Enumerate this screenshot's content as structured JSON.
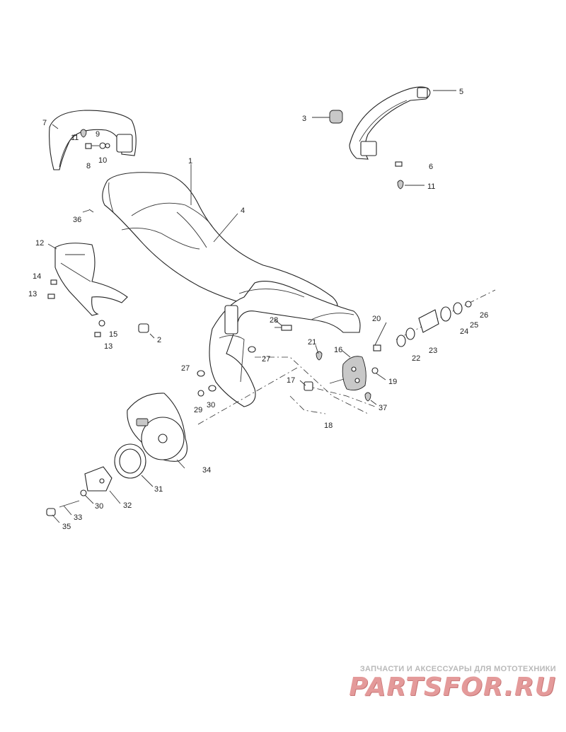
{
  "callouts": [
    "1",
    "2",
    "3",
    "4",
    "5",
    "6",
    "7",
    "8",
    "9",
    "10",
    "11",
    "11",
    "12",
    "13",
    "13",
    "14",
    "15",
    "16",
    "17",
    "18",
    "19",
    "20",
    "21",
    "22",
    "23",
    "24",
    "25",
    "26",
    "27",
    "27",
    "28",
    "29",
    "30",
    "30",
    "31",
    "32",
    "33",
    "34",
    "35",
    "36",
    "37"
  ],
  "watermark": {
    "subtitle": "ЗАПЧАСТИ И АКСЕССУАРЫ ДЛЯ МОТОТЕХНИКИ",
    "logo": "PARTSFOR.RU"
  }
}
